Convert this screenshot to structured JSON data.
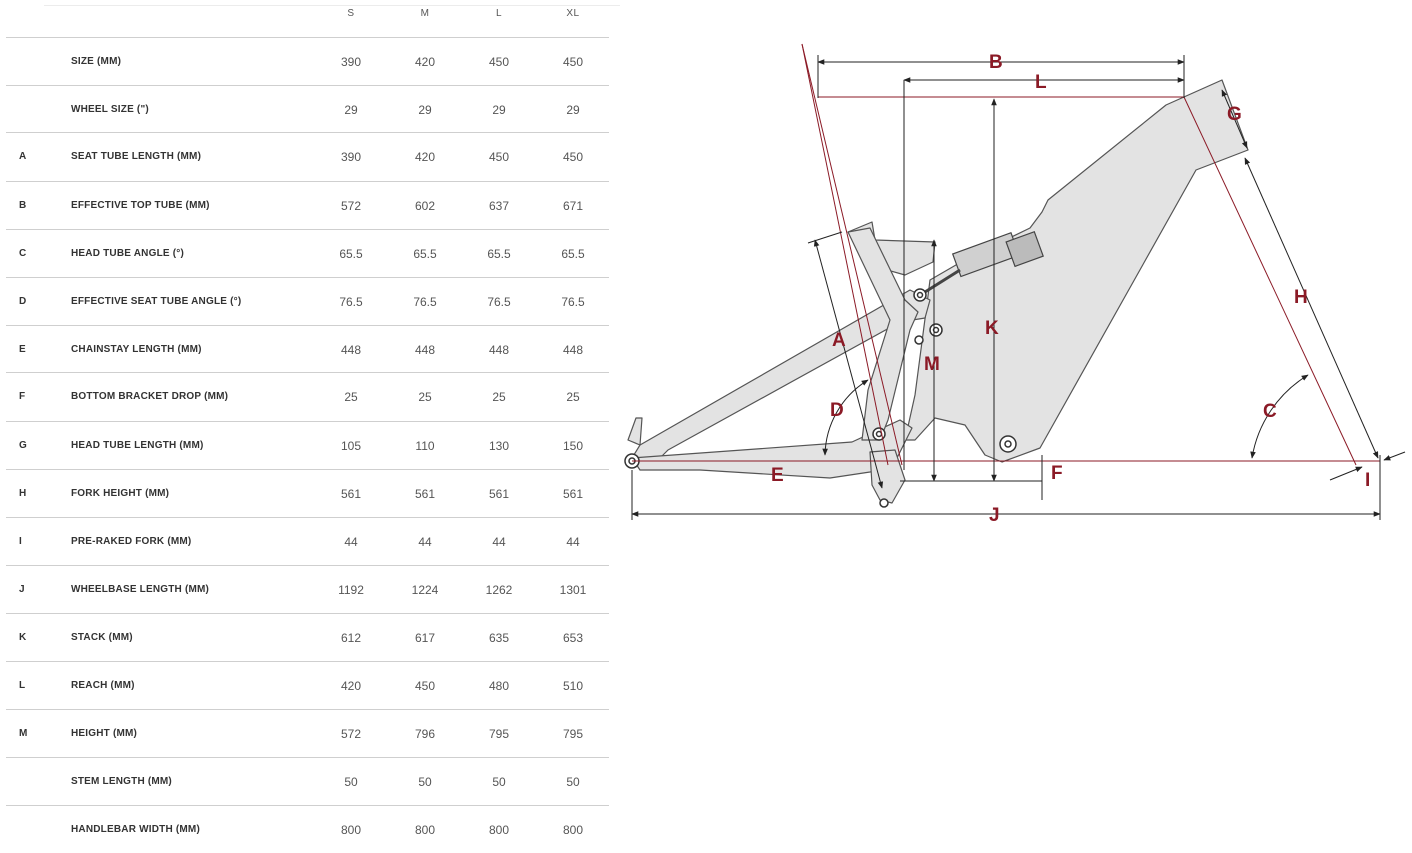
{
  "table": {
    "sizes": [
      "S",
      "M",
      "L",
      "XL"
    ],
    "rows": [
      {
        "code": "",
        "label": "SIZE (MM)",
        "values": [
          "390",
          "420",
          "450",
          "450"
        ]
      },
      {
        "code": "",
        "label": "WHEEL SIZE (\")",
        "values": [
          "29",
          "29",
          "29",
          "29"
        ]
      },
      {
        "code": "A",
        "label": "SEAT TUBE LENGTH (MM)",
        "values": [
          "390",
          "420",
          "450",
          "450"
        ]
      },
      {
        "code": "B",
        "label": "EFFECTIVE TOP TUBE (MM)",
        "values": [
          "572",
          "602",
          "637",
          "671"
        ]
      },
      {
        "code": "C",
        "label": "HEAD TUBE ANGLE (°)",
        "values": [
          "65.5",
          "65.5",
          "65.5",
          "65.5"
        ]
      },
      {
        "code": "D",
        "label": "EFFECTIVE SEAT TUBE ANGLE (°)",
        "values": [
          "76.5",
          "76.5",
          "76.5",
          "76.5"
        ]
      },
      {
        "code": "E",
        "label": "CHAINSTAY LENGTH (MM)",
        "values": [
          "448",
          "448",
          "448",
          "448"
        ]
      },
      {
        "code": "F",
        "label": "BOTTOM BRACKET DROP (MM)",
        "values": [
          "25",
          "25",
          "25",
          "25"
        ]
      },
      {
        "code": "G",
        "label": "HEAD TUBE LENGTH (MM)",
        "values": [
          "105",
          "110",
          "130",
          "150"
        ]
      },
      {
        "code": "H",
        "label": "FORK HEIGHT (MM)",
        "values": [
          "561",
          "561",
          "561",
          "561"
        ]
      },
      {
        "code": "I",
        "label": "PRE-RAKED FORK (MM)",
        "values": [
          "44",
          "44",
          "44",
          "44"
        ]
      },
      {
        "code": "J",
        "label": "WHEELBASE LENGTH (MM)",
        "values": [
          "1192",
          "1224",
          "1262",
          "1301"
        ]
      },
      {
        "code": "K",
        "label": "STACK (MM)",
        "values": [
          "612",
          "617",
          "635",
          "653"
        ]
      },
      {
        "code": "L",
        "label": "REACH (MM)",
        "values": [
          "420",
          "450",
          "480",
          "510"
        ]
      },
      {
        "code": "M",
        "label": "HEIGHT (MM)",
        "values": [
          "572",
          "796",
          "795",
          "795"
        ]
      },
      {
        "code": "",
        "label": "STEM LENGTH (MM)",
        "values": [
          "50",
          "50",
          "50",
          "50"
        ]
      },
      {
        "code": "",
        "label": "HANDLEBAR WIDTH (MM)",
        "values": [
          "800",
          "800",
          "800",
          "800"
        ]
      }
    ]
  },
  "diagram": {
    "labels": {
      "A": "A",
      "B": "B",
      "C": "C",
      "D": "D",
      "E": "E",
      "F": "F",
      "G": "G",
      "H": "H",
      "I": "I",
      "J": "J",
      "K": "K",
      "L": "L",
      "M": "M"
    },
    "colors": {
      "dimension": "#8b1a26",
      "frame_fill": "#e3e3e3",
      "frame_stroke": "#555555",
      "text": "#333333"
    }
  }
}
